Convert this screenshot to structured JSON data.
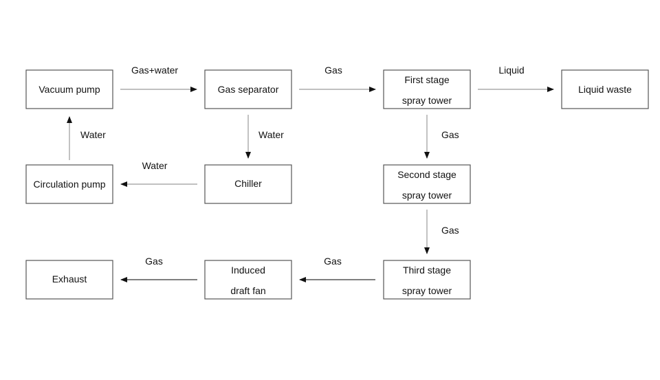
{
  "nodes": {
    "vacuum_pump": [
      "Vacuum pump"
    ],
    "gas_separator": [
      "Gas separator"
    ],
    "first_stage": [
      "First stage",
      "spray tower"
    ],
    "liquid_waste": [
      "Liquid waste"
    ],
    "circulation_pump": [
      "Circulation pump"
    ],
    "chiller": [
      "Chiller"
    ],
    "second_stage": [
      "Second stage",
      "spray tower"
    ],
    "exhaust": [
      "Exhaust"
    ],
    "induced_fan": [
      "Induced",
      "draft fan"
    ],
    "third_stage": [
      "Third stage",
      "spray tower"
    ]
  },
  "edges": {
    "vacuum_to_separator": "Gas+water",
    "separator_to_first": "Gas",
    "first_to_liquid": "Liquid",
    "separator_to_chiller": "Water",
    "circulation_to_vacuum": "Water",
    "chiller_to_circulation": "Water",
    "first_to_second": "Gas",
    "second_to_third": "Gas",
    "third_to_fan": "Gas",
    "fan_to_exhaust": "Gas"
  }
}
